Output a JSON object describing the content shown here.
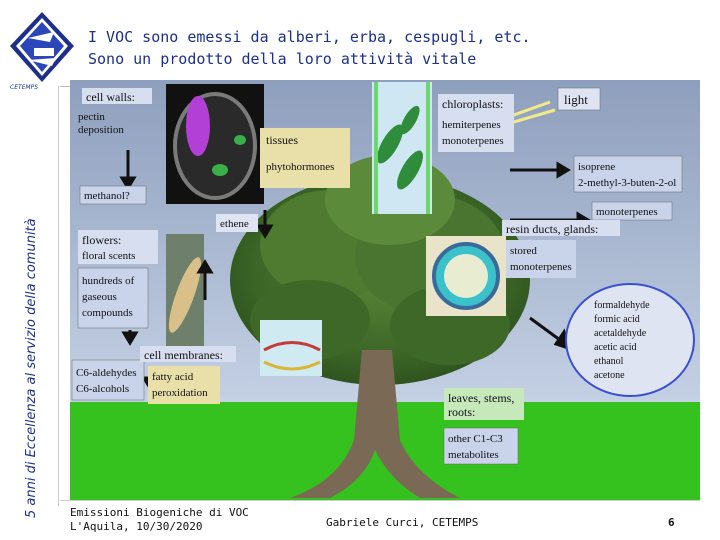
{
  "header": {
    "title_line1": "I VOC sono emessi da alberi, erba, cespugli, etc.",
    "title_line2": "Sono un prodotto della loro attività vitale",
    "logo_text": "CETEMPS",
    "side_text": "5 anni di Eccellenza al servizio della comunità"
  },
  "diagram": {
    "cell_walls": "cell walls:",
    "pectin": "pectin",
    "deposition": "deposition",
    "methanol": "methanol?",
    "tissues": "tissues",
    "phytohormones": "phytohormones",
    "ethene": "ethene",
    "flowers": "flowers:",
    "floral_scents": "floral scents",
    "hundreds1": "hundreds of",
    "hundreds2": "gaseous",
    "hundreds3": "compounds",
    "chloroplasts": "chloroplasts:",
    "hemiterpenes": "hemiterpenes",
    "monoterpenes": "monoterpenes",
    "light": "light",
    "isoprene": "isoprene",
    "methylbutenol": "2-methyl-3-buten-2-ol",
    "monoterpenes2": "monoterpenes",
    "resin": "resin ducts, glands:",
    "stored": "stored",
    "stored_mono": "monoterpenes",
    "cell_membranes": "cell membranes:",
    "c6_ald": "C6-aldehydes",
    "c6_alc": "C6-alcohols",
    "fatty1": "fatty acid",
    "fatty2": "peroxidation",
    "oxy": [
      "formaldehyde",
      "formic acid",
      "acetaldehyde",
      "acetic acid",
      "ethanol",
      "acetone"
    ],
    "leaves1": "leaves, stems,",
    "leaves2": "roots:",
    "other1": "other C1-C3",
    "other2": "metabolites"
  },
  "footer": {
    "left_line1": "Emissioni Biogeniche di VOC",
    "left_line2": "L'Aquila, 10/30/2020",
    "center": "Gabriele Curci, CETEMPS",
    "page": "6"
  },
  "colors": {
    "title": "#1d2f8a",
    "sky_top": "#8e9fbd",
    "sky_bottom": "#c7d3e6",
    "grass": "#35c21f",
    "box_bg": "#c9d3ea",
    "bubble": "#3a4fd0"
  }
}
